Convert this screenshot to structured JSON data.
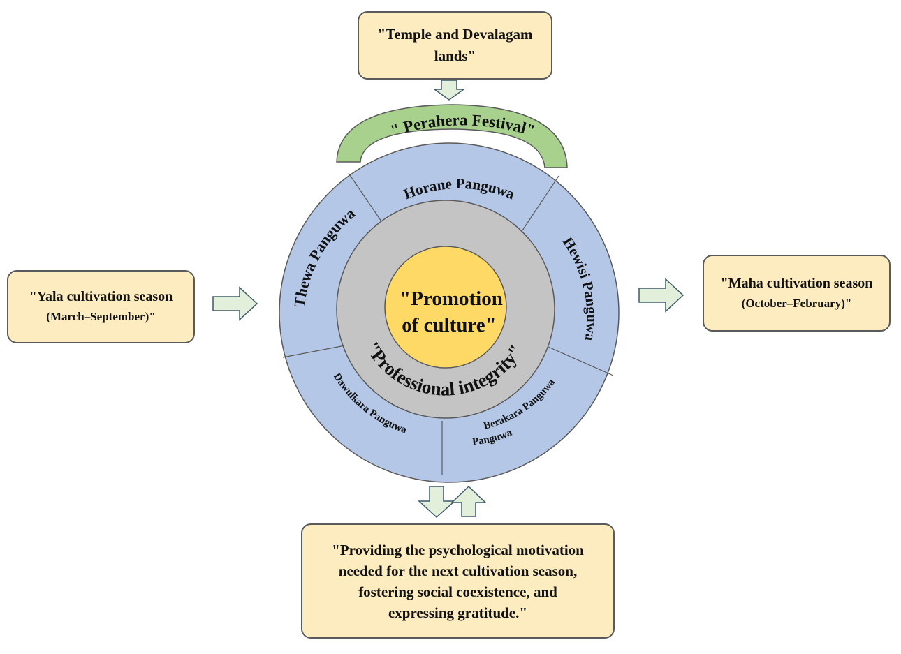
{
  "top_box": {
    "text": "\"Temple and Devalagam lands\""
  },
  "left_box": {
    "text_main": "\"Yala cultivation season ",
    "text_small": "(March–September)\""
  },
  "right_box": {
    "text_main": "\"Maha cultivation season ",
    "text_small": "(October–February)\""
  },
  "bottom_box": {
    "text": "\"Providing the psychological motivation needed for the next cultivation season, fostering social coexistence, and expressing gratitude.\""
  },
  "festival_arc": {
    "label": "\" Perahera Festival\""
  },
  "outer_ring": {
    "segments": [
      {
        "label": "Horane Panguwa"
      },
      {
        "label": "Hewisi Panguwa"
      },
      {
        "label": "Berakara Panguwa"
      },
      {
        "label": "Panguwa"
      },
      {
        "label": "Dawulkara Panguwa"
      },
      {
        "label": "Thewa Panguwa"
      }
    ]
  },
  "middle_ring": {
    "label": "\"Professional integrity\""
  },
  "center": {
    "line1": "\"Promotion",
    "line2": "of culture\""
  },
  "colors": {
    "box_fill": "#fdecc0",
    "outer_ring": "#b4c7e7",
    "middle_ring": "#c4c4c4",
    "center": "#ffd966",
    "festival_arc": "#a9d18e",
    "arrow_fill": "#e2efda"
  }
}
